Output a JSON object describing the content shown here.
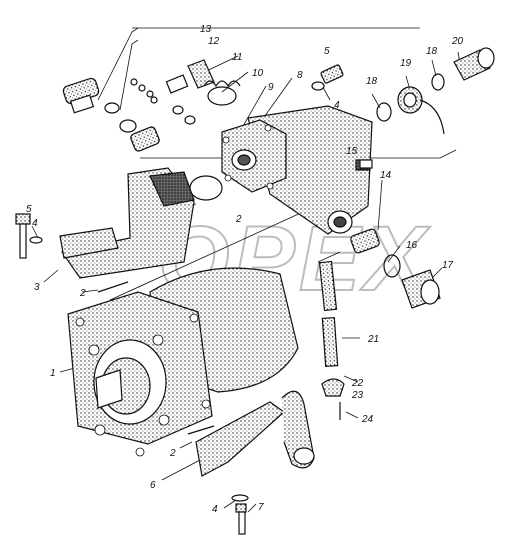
{
  "watermark": "OPEX",
  "callouts": {
    "c1": "1",
    "c2a": "2",
    "c2b": "2",
    "c2c": "2",
    "c3": "3",
    "c4a": "4",
    "c4b": "4",
    "c4c": "4",
    "c5a": "5",
    "c5b": "5",
    "c6": "6",
    "c7": "7",
    "c8": "8",
    "c9": "9",
    "c10": "10",
    "c11": "11",
    "c12": "12",
    "c13": "13",
    "c14": "14",
    "c15": "15",
    "c16": "16",
    "c17": "17",
    "c18a": "18",
    "c18b": "18",
    "c19": "19",
    "c20": "20",
    "c21": "21",
    "c22": "22",
    "c23": "23",
    "c24": "24"
  },
  "colors": {
    "ink": "#111111",
    "shade": "#2a2a2a",
    "metal": "#e6e6e6",
    "watermark": "#bdbdbd"
  }
}
